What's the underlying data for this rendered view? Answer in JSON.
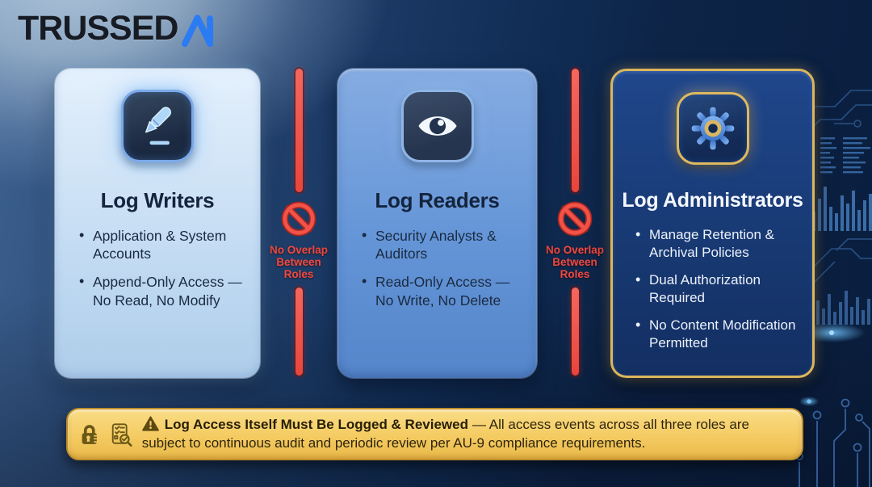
{
  "logo": {
    "text": "TRUSSED",
    "mark_icon": "trussed-ai-mark"
  },
  "cards": [
    {
      "title": "Log Writers",
      "icon": "pen-icon",
      "bullets": [
        "Application & System Accounts",
        "Append-Only Access — No Read, No Modify"
      ]
    },
    {
      "title": "Log Readers",
      "icon": "eye-icon",
      "bullets": [
        "Security Analysts & Auditors",
        "Read-Only Access — No Write, No Delete"
      ]
    },
    {
      "title": "Log Administrators",
      "icon": "gear-icon",
      "bullets": [
        "Manage Retention & Archival Policies",
        "Dual Authorization Required",
        "No Content Modification Permitted"
      ]
    }
  ],
  "divider": {
    "label": "No Overlap\nBetween\nRoles",
    "icon": "no-entry-icon"
  },
  "banner": {
    "warning_icon": "warning-triangle-icon",
    "lock_icon": "padlock-icon",
    "audit_icon": "audit-checklist-icon",
    "heading": "Log Access Itself Must Be Logged & Reviewed",
    "body": "— All access events across all three roles are subject to continuous audit and periodic review per AU-9 compliance requirements."
  },
  "colors": {
    "accent_red": "#ef4a41",
    "gold": "#dcb65c",
    "card_light_blue": "#c4dcf3",
    "card_mid_blue": "#6495d7",
    "card_dark_blue": "#173871",
    "background_navy": "#0d2447",
    "logo_blue": "#2b7bf3"
  }
}
